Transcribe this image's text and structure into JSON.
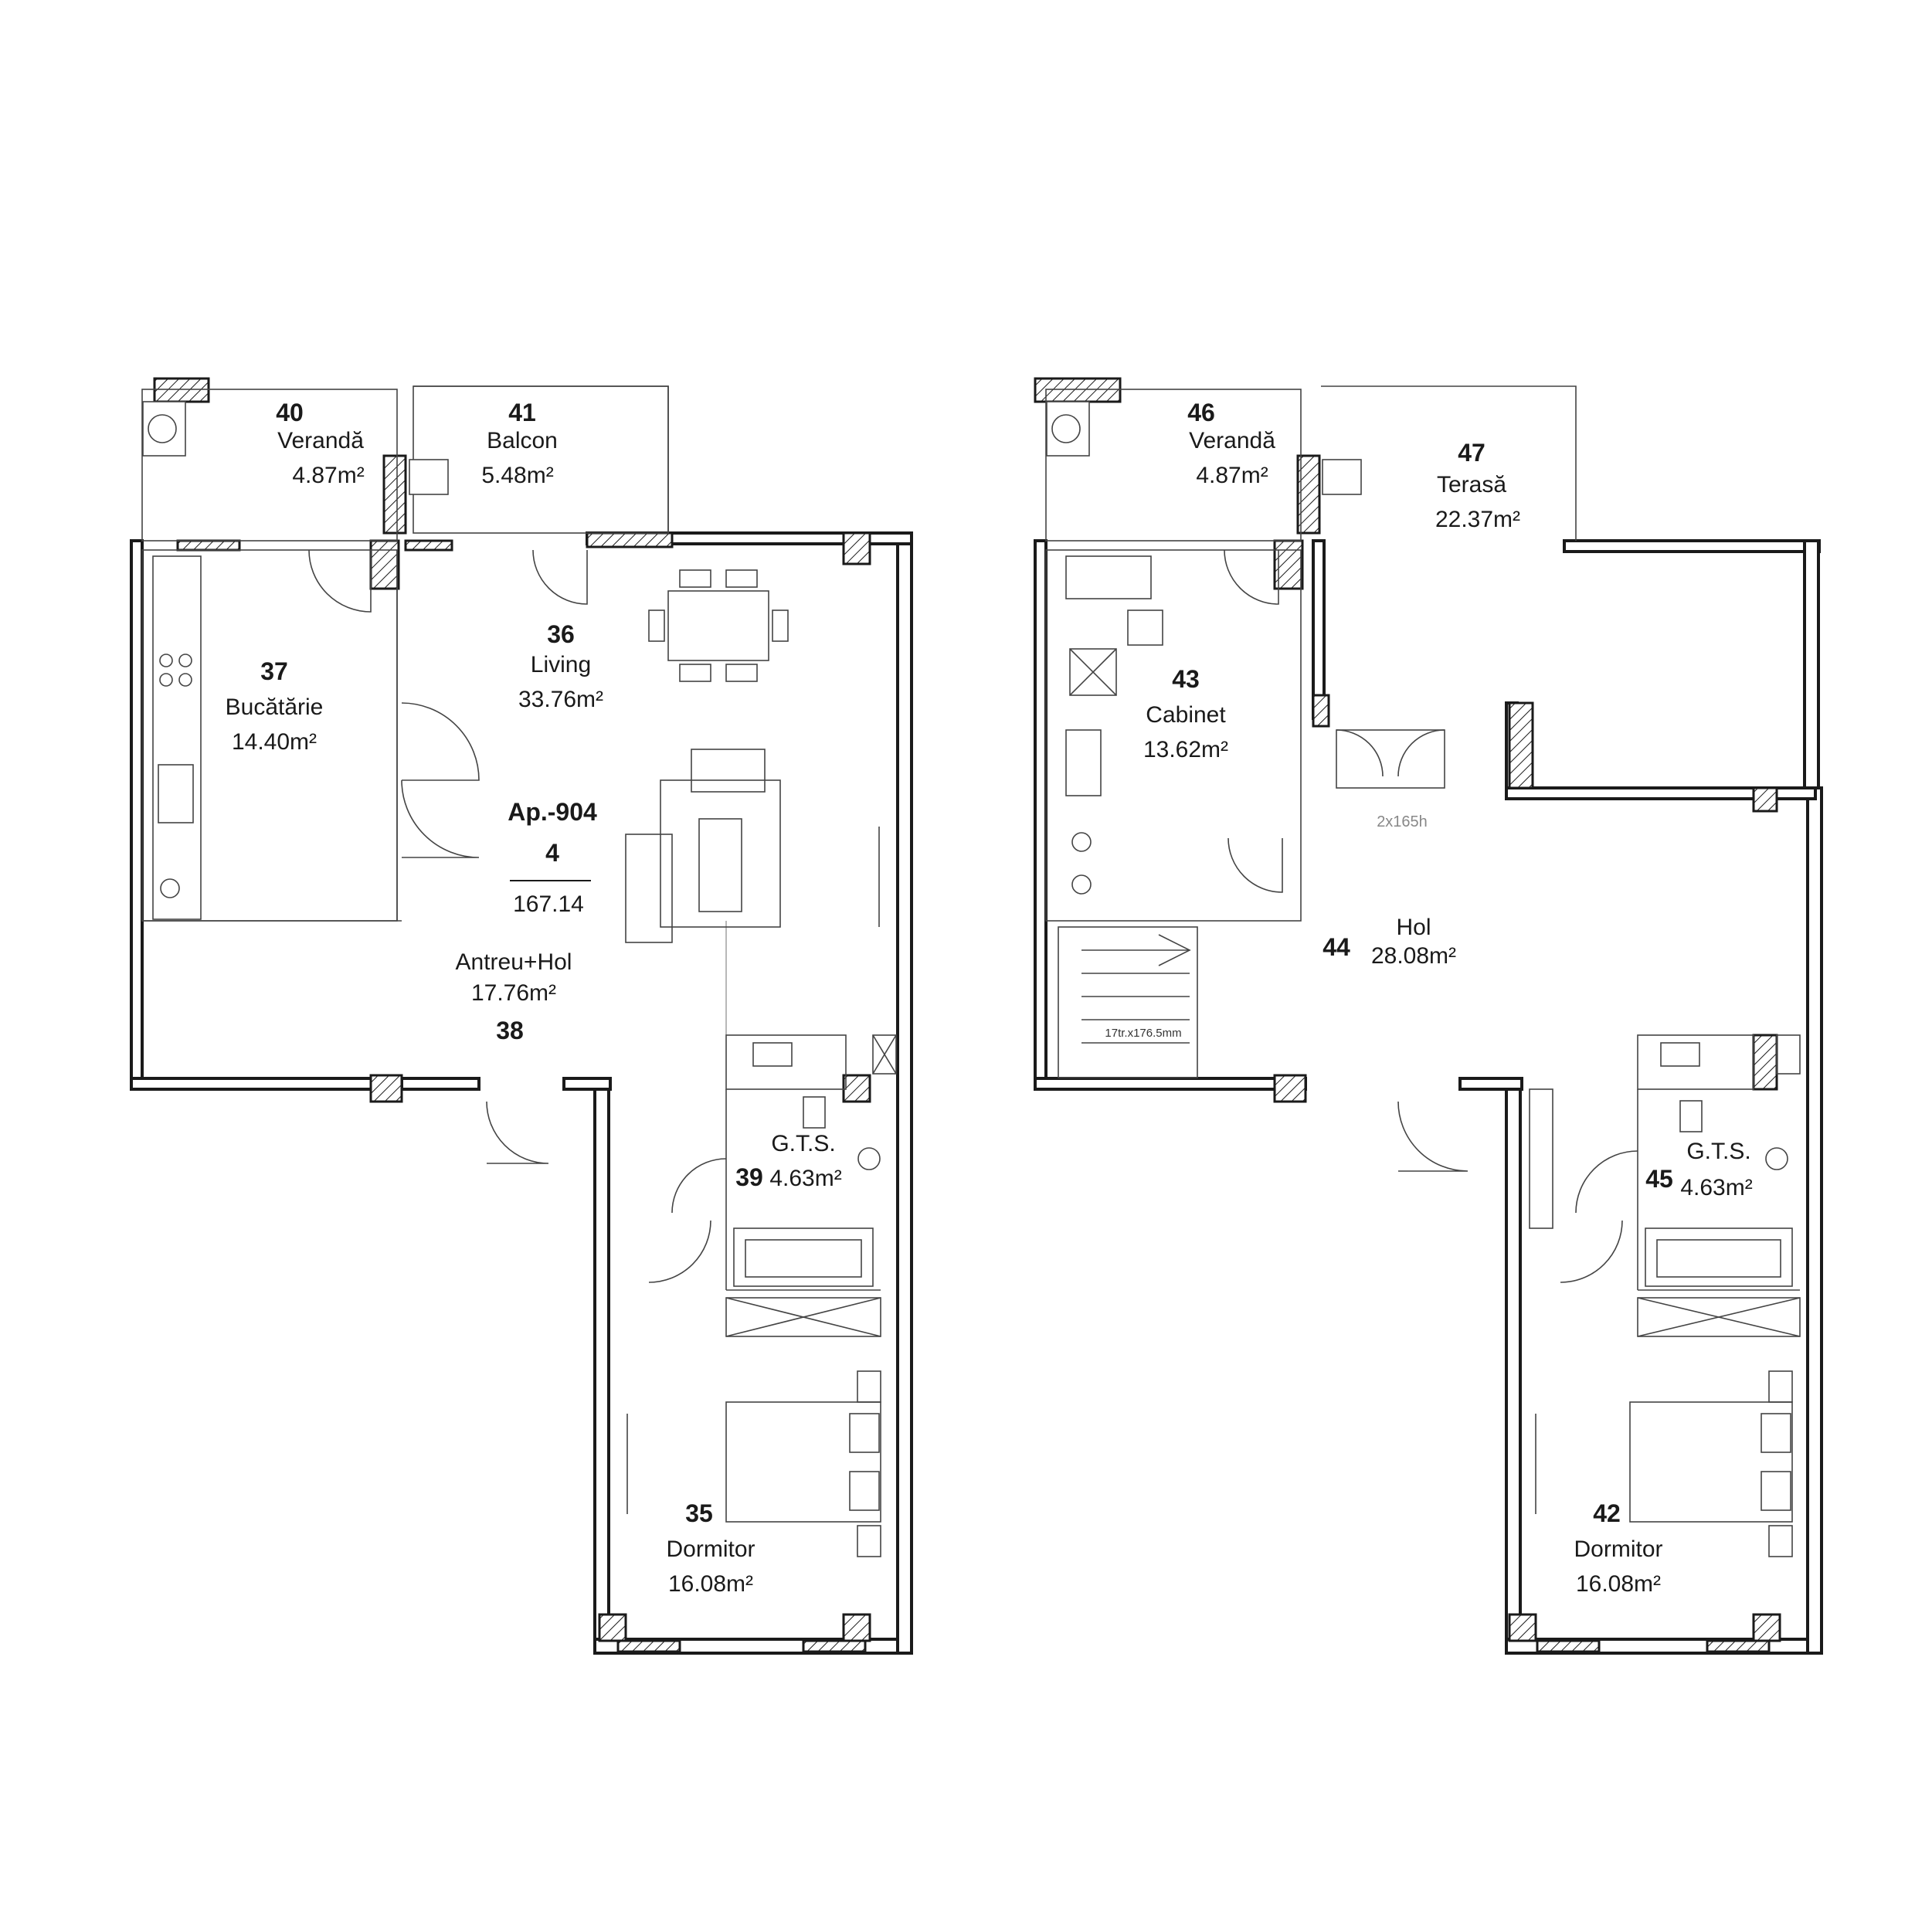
{
  "apartment": {
    "code": "Ap.-904",
    "rooms": "4",
    "total_area": "167.14"
  },
  "floor1": {
    "rooms": [
      {
        "num": "40",
        "name": "Verandă",
        "area": "4.87m²"
      },
      {
        "num": "41",
        "name": "Balcon",
        "area": "5.48m²"
      },
      {
        "num": "36",
        "name": "Living",
        "area": "33.76m²"
      },
      {
        "num": "37",
        "name": "Bucătărie",
        "area": "14.40m²"
      },
      {
        "num": "38",
        "name": "Antreu+Hol",
        "area": "17.76m²"
      },
      {
        "num": "39",
        "name": "G.T.S.",
        "area": "4.63m²"
      },
      {
        "num": "35",
        "name": "Dormitor",
        "area": "16.08m²"
      }
    ]
  },
  "floor2": {
    "rooms": [
      {
        "num": "46",
        "name": "Verandă",
        "area": "4.87m²"
      },
      {
        "num": "47",
        "name": "Terasă",
        "area": "22.37m²"
      },
      {
        "num": "43",
        "name": "Cabinet",
        "area": "13.62m²"
      },
      {
        "num": "44",
        "name": "Hol",
        "area": "28.08m²"
      },
      {
        "num": "45",
        "name": "G.T.S.",
        "area": "4.63m²"
      },
      {
        "num": "42",
        "name": "Dormitor",
        "area": "16.08m²"
      }
    ],
    "door_note": "2x165h",
    "stair_note": "17tr.x176.5mm"
  }
}
